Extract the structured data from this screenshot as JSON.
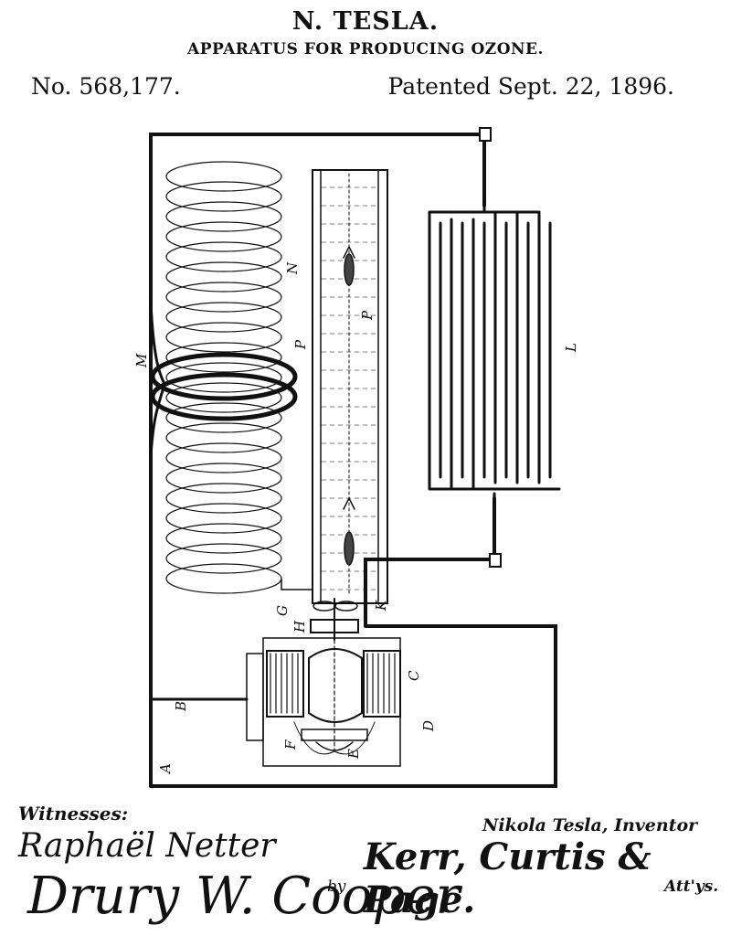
{
  "header": {
    "inventor": "N. TESLA.",
    "title": "APPARATUS FOR PRODUCING OZONE.",
    "patent_number": "No. 568,177.",
    "patent_date": "Patented Sept. 22, 1896."
  },
  "figure": {
    "labels": {
      "A": "A",
      "B": "B",
      "C": "C",
      "D": "D",
      "E": "E",
      "F": "F",
      "G": "G",
      "H": "H",
      "K": "K",
      "L": "L",
      "M": "M",
      "N": "N",
      "P": "P"
    }
  },
  "signatures": {
    "witnesses_label": "Witnesses:",
    "witness_1": "Raphaël Netter",
    "witness_2": "Drury W. Cooper",
    "inventor": "Nikola Tesla, Inventor",
    "by": "by",
    "attorneys": "Kerr, Curtis & Page.",
    "attorneys_label": "Att'ys."
  }
}
